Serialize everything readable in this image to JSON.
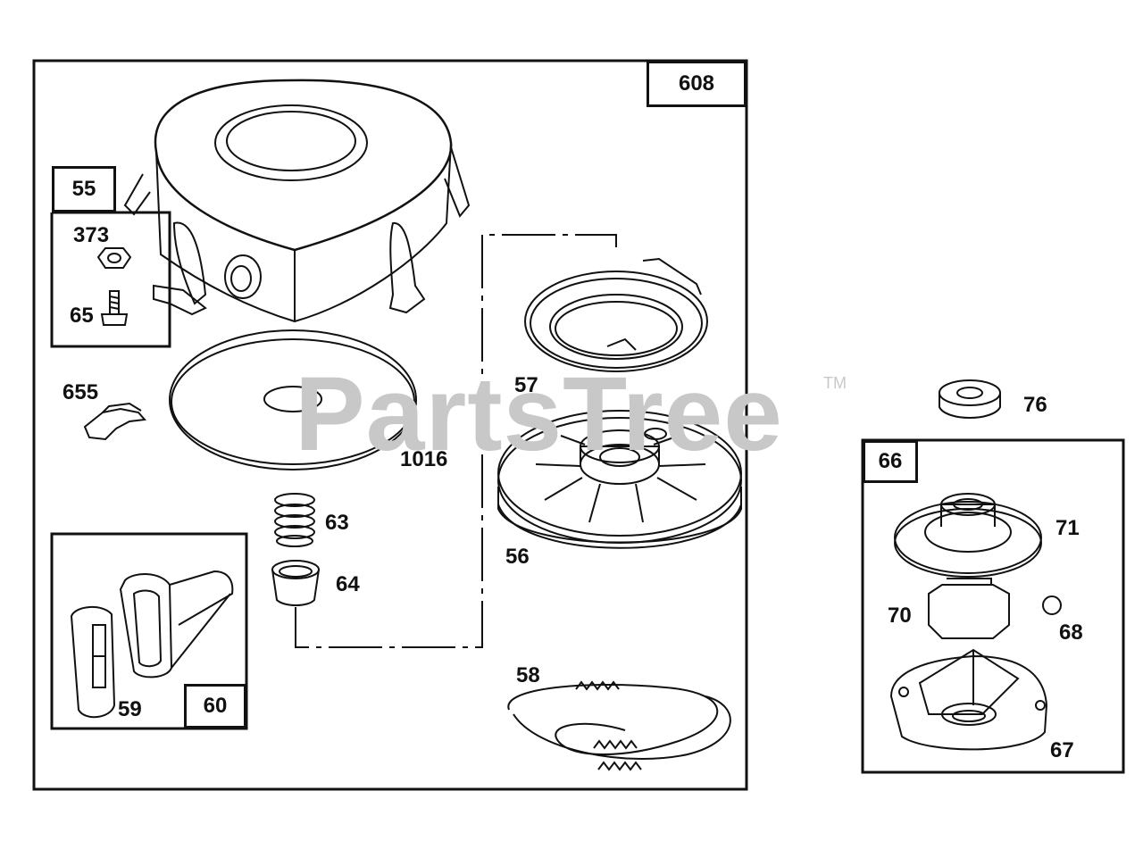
{
  "watermark": {
    "text": "PartsTree",
    "trademark": "TM"
  },
  "assembly_box": {
    "label": "608"
  },
  "kit_boxes": {
    "k55": {
      "label": "55"
    },
    "k60": {
      "label": "60"
    },
    "k66": {
      "label": "66"
    }
  },
  "part_labels": {
    "p373": "373",
    "p65": "65",
    "p655": "655",
    "p1016": "1016",
    "p57": "57",
    "p56": "56",
    "p63": "63",
    "p64": "64",
    "p58": "58",
    "p59": "59",
    "p76": "76",
    "p71": "71",
    "p70": "70",
    "p68": "68",
    "p67": "67"
  },
  "colors": {
    "line": "#111111",
    "watermark": "#c8c8c8",
    "background": "#ffffff"
  }
}
